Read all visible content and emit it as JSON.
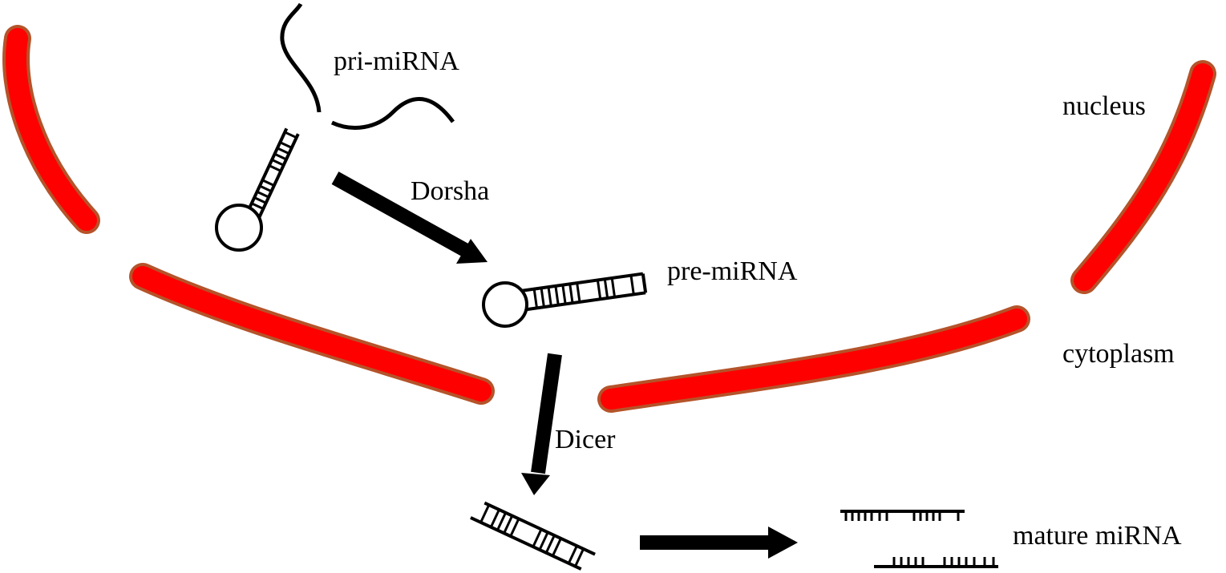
{
  "labels": {
    "pri_mirna": "pri-miRNA",
    "dorsha": "Dorsha",
    "pre_mirna": "pre-miRNA",
    "dicer": "Dicer",
    "nucleus": "nucleus",
    "cytoplasm": "cytoplasm",
    "mature_mirna": "mature miRNA"
  },
  "colors": {
    "membrane_fill": "#ff0000",
    "membrane_stroke": "#b5532a",
    "ink": "#000000",
    "background": "#ffffff"
  }
}
